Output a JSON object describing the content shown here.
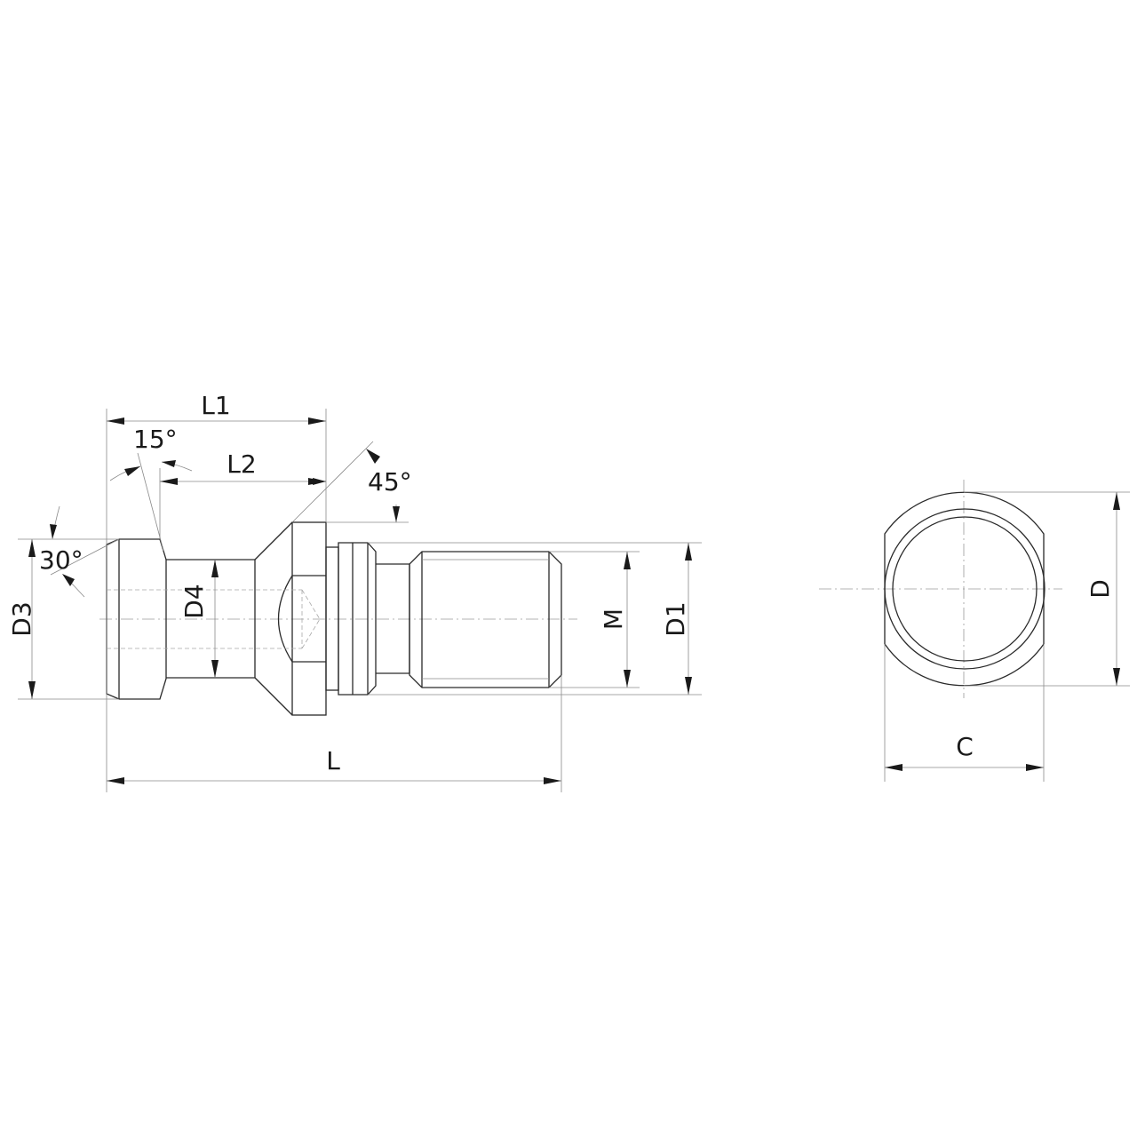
{
  "drawing": {
    "title": "Pull stud technical drawing",
    "side_view": {
      "dimensions": {
        "L": "L",
        "L1": "L1",
        "L2": "L2",
        "D1": "D1",
        "D3": "D3",
        "D4": "D4",
        "M": "M"
      },
      "angles": {
        "a15": "15°",
        "a30": "30°",
        "a45": "45°"
      }
    },
    "end_view": {
      "dimensions": {
        "C": "C",
        "D": "D"
      }
    },
    "colors": {
      "outline": "#2a2a2a",
      "dimension": "#8a8a8a",
      "background": "#ffffff"
    }
  }
}
